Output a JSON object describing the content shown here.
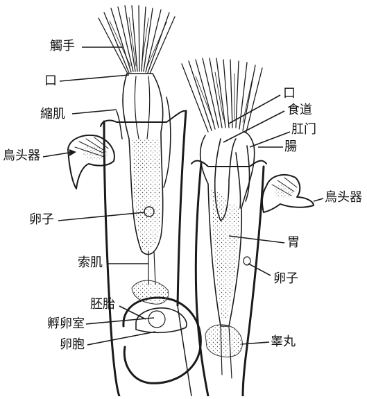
{
  "labels": {
    "tentacles": "觸手",
    "mouth_left": "口",
    "retractor_muscle": "縮肌",
    "avicularium_left": "鳥头器",
    "ovum_left": "卵子",
    "funiculus": "索肌",
    "embryo": "胚胎",
    "brood_chamber": "孵卵室",
    "ovicell": "卵胞",
    "mouth_right": "口",
    "esophagus": "食道",
    "anus": "肛门",
    "intestine": "腸",
    "avicularium_right": "鳥头器",
    "stomach": "胃",
    "ovum_right": "卵子",
    "testis": "睾丸"
  }
}
